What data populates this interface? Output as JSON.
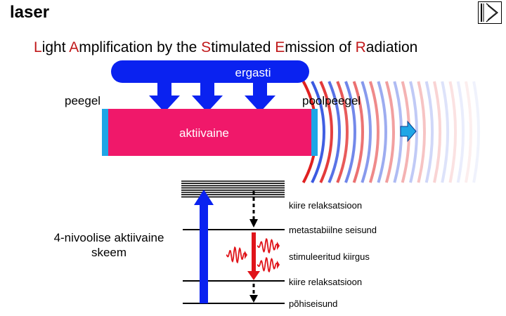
{
  "title": "laser",
  "subtitle": [
    {
      "text": "L",
      "hl": true
    },
    {
      "text": "ight ",
      "hl": false
    },
    {
      "text": "A",
      "hl": true
    },
    {
      "text": "mplification by the ",
      "hl": false
    },
    {
      "text": "S",
      "hl": true
    },
    {
      "text": "timulated ",
      "hl": false
    },
    {
      "text": "E",
      "hl": true
    },
    {
      "text": "mission of ",
      "hl": false
    },
    {
      "text": "R",
      "hl": true
    },
    {
      "text": "adiation",
      "hl": false
    }
  ],
  "labels": {
    "pump": "ergasti",
    "mirror": "peegel",
    "half_mirror": "poolpeegel",
    "medium": "aktiivaine",
    "scheme": "4-nivoolise aktiivaine skeem"
  },
  "levels": {
    "fast_relax_top": "kiire relaksatsioon",
    "metastable": "metastabiilne seisund",
    "stimulated": "stimuleeritud kiirgus",
    "fast_relax_bottom": "kiire relaksatsioon",
    "ground": "põhiseisund"
  },
  "colors": {
    "pump": "#0a22f0",
    "medium": "#f0186a",
    "mirror": "#1fa6e6",
    "highlight": "#c0181a",
    "emission": "#e0141a"
  },
  "icons": {
    "nav": "skip-to-end-icon"
  }
}
